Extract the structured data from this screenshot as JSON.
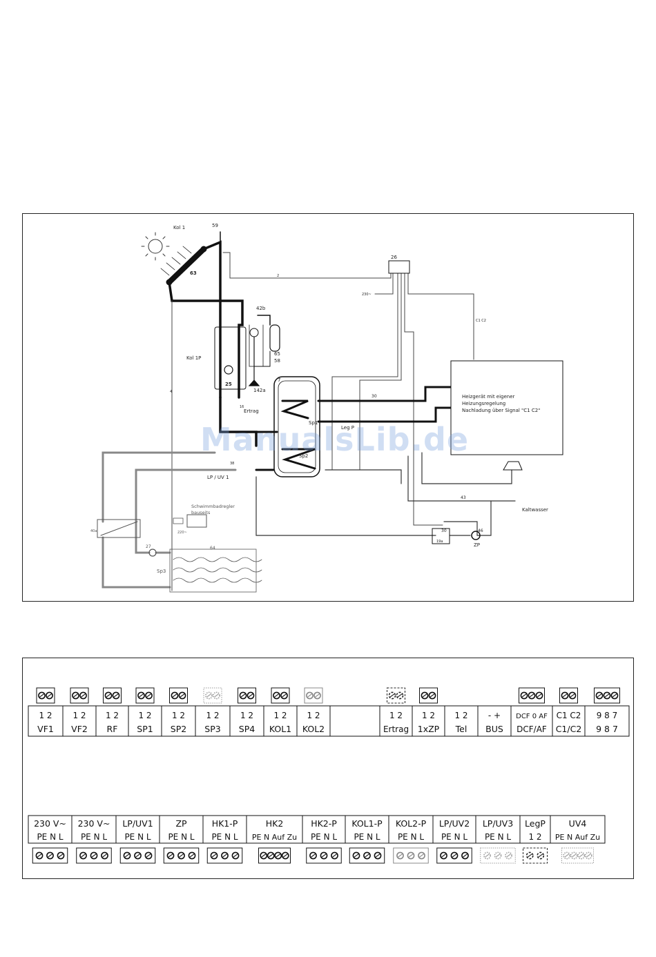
{
  "hydraulic": {
    "labels": {
      "kol1": "Kol 1",
      "collector_no": "63",
      "vent_no": "59",
      "unit_no": "26",
      "line2": "2",
      "line_230": "230~",
      "line_c1c2": "C1 C2",
      "line_4": "4",
      "expansion_no": "42b",
      "vessel_no": "65",
      "valve_no": "58",
      "drain_no": "142a",
      "kol1p": "Kol 1P",
      "station_no": "25",
      "tank_no": "7",
      "ertrag_no": "16",
      "ertrag": "Ertrag",
      "sp1": "Sp1",
      "sp2": "Sp2",
      "legp": "Leg P",
      "sensor_30a": "30",
      "sensor_30b": "30",
      "valve_38": "38",
      "lp_uv1": "LP / UV 1",
      "heizgeraet_1": "Heizgerät mit eigener",
      "heizgeraet_2": "Heizungsregelung",
      "heizgeraet_3": "Nachladung über Signal \"C1 C2\"",
      "kaltwasser": "Kaltwasser",
      "valve_43": "43",
      "pump_46": "46",
      "zp": "ZP",
      "box_19a": "19a",
      "schwimm_1": "Schwimmbadregler",
      "schwimm_2": "bauseits",
      "line_220": "220~",
      "hx_40a": "40a",
      "pump_27": "27",
      "sp3": "Sp3",
      "pool_64": "64"
    },
    "watermark": "ManualsLib.de"
  },
  "wiring": {
    "top_terminals": [
      {
        "pins": "1 2",
        "label": "VF1",
        "screws": 2,
        "style": "solid"
      },
      {
        "pins": "1 2",
        "label": "VF2",
        "screws": 2,
        "style": "solid"
      },
      {
        "pins": "1 2",
        "label": "RF",
        "screws": 2,
        "style": "solid"
      },
      {
        "pins": "1 2",
        "label": "SP1",
        "screws": 2,
        "style": "solid"
      },
      {
        "pins": "1 2",
        "label": "SP2",
        "screws": 2,
        "style": "solid"
      },
      {
        "pins": "1 2",
        "label": "SP3",
        "screws": 2,
        "style": "dotted"
      },
      {
        "pins": "1 2",
        "label": "SP4",
        "screws": 2,
        "style": "solid"
      },
      {
        "pins": "1 2",
        "label": "KOL1",
        "screws": 2,
        "style": "solid"
      },
      {
        "pins": "1 2",
        "label": "KOL2",
        "screws": 2,
        "style": "gray"
      },
      {
        "pins": "",
        "label": "",
        "screws": 0,
        "style": "none"
      },
      {
        "pins": "1 2",
        "label": "Ertrag",
        "screws": 2,
        "style": "dashed"
      },
      {
        "pins": "1 2",
        "label": "1xZP",
        "screws": 2,
        "style": "solid"
      },
      {
        "pins": "1 2",
        "label": "Tel",
        "screws": 0,
        "style": "none"
      },
      {
        "pins": "- +",
        "label": "BUS",
        "screws": 0,
        "style": "none"
      },
      {
        "pins": "DCF 0 AF",
        "label": "DCF/AF",
        "screws": 3,
        "style": "solid"
      },
      {
        "pins": "C1 C2",
        "label": "C1/C2",
        "screws": 2,
        "style": "solid"
      },
      {
        "pins": "9 8 7",
        "label": "9 8 7",
        "screws": 3,
        "style": "solid"
      }
    ],
    "bottom_terminals": [
      {
        "title": "230 V~",
        "pins": "PE N L",
        "screws": 3,
        "style": "solid"
      },
      {
        "title": "230 V~",
        "pins": "PE N L",
        "screws": 3,
        "style": "solid"
      },
      {
        "title": "LP/UV1",
        "pins": "PE N L",
        "screws": 3,
        "style": "solid"
      },
      {
        "title": "ZP",
        "pins": "PE N L",
        "screws": 3,
        "style": "solid"
      },
      {
        "title": "HK1-P",
        "pins": "PE N L",
        "screws": 3,
        "style": "solid"
      },
      {
        "title": "HK2",
        "pins": "PE N Auf Zu",
        "screws": 4,
        "style": "solid"
      },
      {
        "title": "HK2-P",
        "pins": "PE N L",
        "screws": 3,
        "style": "solid"
      },
      {
        "title": "KOL1-P",
        "pins": "PE N L",
        "screws": 3,
        "style": "solid"
      },
      {
        "title": "KOL2-P",
        "pins": "PE N L",
        "screws": 3,
        "style": "gray"
      },
      {
        "title": "LP/UV2",
        "pins": "PE N L",
        "screws": 3,
        "style": "solid"
      },
      {
        "title": "LP/UV3",
        "pins": "PE N L",
        "screws": 3,
        "style": "dotted"
      },
      {
        "title": "LegP",
        "pins": "1 2",
        "screws": 2,
        "style": "dashed"
      },
      {
        "title": "UV4",
        "pins": "PE N Auf Zu",
        "screws": 4,
        "style": "dotted"
      }
    ]
  }
}
